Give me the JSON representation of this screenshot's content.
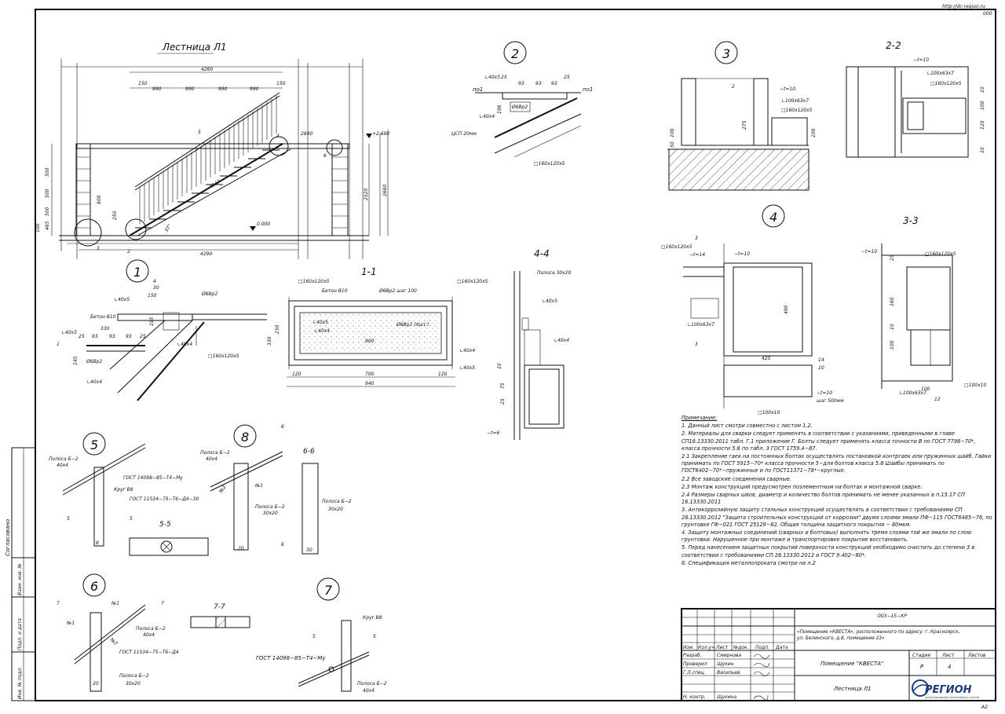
{
  "site": {
    "url": "http://dc-region.ru",
    "code": "000"
  },
  "main_title": "Лестница Л1",
  "callouts": [
    "1",
    "2",
    "3",
    "4",
    "5",
    "6",
    "7",
    "8"
  ],
  "sections": {
    "s11": "1-1",
    "s22": "2-2",
    "s33": "3-3",
    "s44": "4-4",
    "s55": "5-5",
    "s66": "6-6",
    "s77": "7-7"
  },
  "elevation": {
    "dims_top": [
      "150",
      "990",
      "990",
      "990",
      "990",
      "150"
    ],
    "dim_total_top": "4260",
    "dim_total_bottom": "4290",
    "diag": "4947",
    "angle": "37°",
    "level_top": "+2.680",
    "level_zero": "0.000",
    "h_total": "2680",
    "h_2520": "2520",
    "h_2840": "2840",
    "h_800": "800",
    "h_250": "250",
    "left_dims": [
      "500",
      "500",
      "500",
      "465",
      "100"
    ],
    "marks": [
      "2",
      "3",
      "4",
      "5",
      "6"
    ]
  },
  "labels": {
    "pos_top": "по1",
    "c40x5": "∟40х5",
    "c40x4": "∟40х4",
    "rod6": "Ø6Вр2",
    "pipe160": "□160х120х5",
    "tsp": "ЦСП 20мм",
    "beton": "Бетон В10",
    "rod6_step": "Ø6Вр2 шаг 100",
    "rod6_4": "Ø6Вр2 (4шт.)",
    "strip30": "Полоса 30х20",
    "t10": "−t=10",
    "t14": "−t=14",
    "t6": "−t=6",
    "c100": "∟100х63х7",
    "pipe100": "□100х10",
    "step500": "шаг 500мм",
    "strip_b2": "Полоса Б−2",
    "strip_b2_40": "40х4",
    "strip_b2_30": "30х20",
    "krug": "Круг В8",
    "gost1": "ГОСТ 14098−85−Т4−Му",
    "gost2": "ГОСТ 11534−75−Т6−Д4−30",
    "gost3": "ГОСТ 11534−75−Т6−Д4",
    "n1": "№1",
    "n2": "№2"
  },
  "dims": {
    "d1": [
      "25",
      "93",
      "93",
      "93",
      "25"
    ],
    "d1_330": "330",
    "d1_195": "195",
    "d1_145": "145",
    "d1_30": "30",
    "d1_150": "150",
    "s11": [
      "120",
      "700",
      "120"
    ],
    "s11_total": "940",
    "s11_900": "900",
    "s11_250": "250",
    "s11_330": "330",
    "d2": [
      "25",
      "93",
      "93",
      "93",
      "25"
    ],
    "d2_196": "196",
    "d3_275": "275",
    "d3_100": "100",
    "d3_50": "50",
    "d22": [
      "10",
      "100",
      "120",
      "10"
    ],
    "d4_490": "490",
    "d4_425": "425",
    "d4_14": "14",
    "d4_10": "10",
    "d33": [
      "25",
      "160",
      "10",
      "100"
    ],
    "d33_12": "12",
    "d44": [
      "10",
      "75",
      "25"
    ],
    "d55_8": "8",
    "d55_20": "20",
    "d66_30": "30"
  },
  "notes_title": "Примечание:",
  "notes": [
    "1. Данный лист смотри совместно с листом 1,2.",
    "2. Материалы для сварки следует применять в соответствии с указаниями, приведенными в главе СП16.13330.2011 табл. Г.1 приложение Г. Болты следует применять класса точности В по ГОСТ 7798−70*, класса прочности 5.8 по табл. 3 ГОСТ 1759.4−87.",
    "2.1 Закрепление гаек на постоянных болтах осуществлять постановкой контргаек или пружинных шайб. Гайки принимать по ГОСТ 5915−70* класса прочности 5−для болтов класса 5.8 Шайбы принимать по ГОСТ6402−70*−пружинные и по ГОСТ11371−78*−круглые.",
    "2.2 Все заводские соединения сварные.",
    "2.3 Монтаж конструкций предусмотрен позлементным на болтах и монтажной сварке.",
    "2.4 Размеры сварных швов, диаметр и количество болтов принимать не менее указанных в п.15.17 СП 16.13330.2011",
    "3. Антикоррозийную защиту стальных конструкций осуществлять в соответствии с требованиями СП 28.13330.2012 \"Защита строительных конструкций от коррозии\" двумя слоями эмали ПФ−115 ГОСТ6465−76, по грунтовке ГФ−021 ГОСТ 25129−82. Общая толщина защитного покрытия − 80мкм.",
    "4. Защиту монтажных соединений (сварных и болтовых) выполнять тремя слоями той же эмали по слою грунтовки. Нарушенное при монтаже и транспортировке покрытие восстановить.",
    "5. Перед нанесением защитных покрытий поверхности конструкций необходимо очистить до степени 3 в соответствии с требованиями СП 28.13330.2012 и ГОСТ 9.402−80*.",
    "6. Спецификация металлопроката смотри на л.2"
  ],
  "stamp": {
    "code": "003−15−КР",
    "object": "«Помещение «КВЕСТА», расположенного по адресу: г. Красноярск, ул. Белинского, д.8, помещение 23»",
    "building": "Помещение \"КВЕСТА\"",
    "sheet_name": "Лестница Л1",
    "headers": [
      "Изм.",
      "Кол.уч",
      "Лист",
      "№док.",
      "Подп.",
      "Дата"
    ],
    "roles": [
      "Разраб.",
      "Проверил",
      "Г.Л.спец.",
      "Н. контр."
    ],
    "names": [
      "Смирнова",
      "Щукин",
      "Васильев",
      "Щукина"
    ],
    "stage_headers": [
      "Стадия",
      "Лист",
      "Листов"
    ],
    "stage": "Р",
    "sheet": "4",
    "sheets": "",
    "company": "РЕГИОН",
    "company_sub": "проектирование инженерных систем",
    "format": "А2"
  },
  "sidebar": [
    "Согласовано",
    "Взам. инв. №",
    "Подп. и дата",
    "Инв. № подл."
  ]
}
